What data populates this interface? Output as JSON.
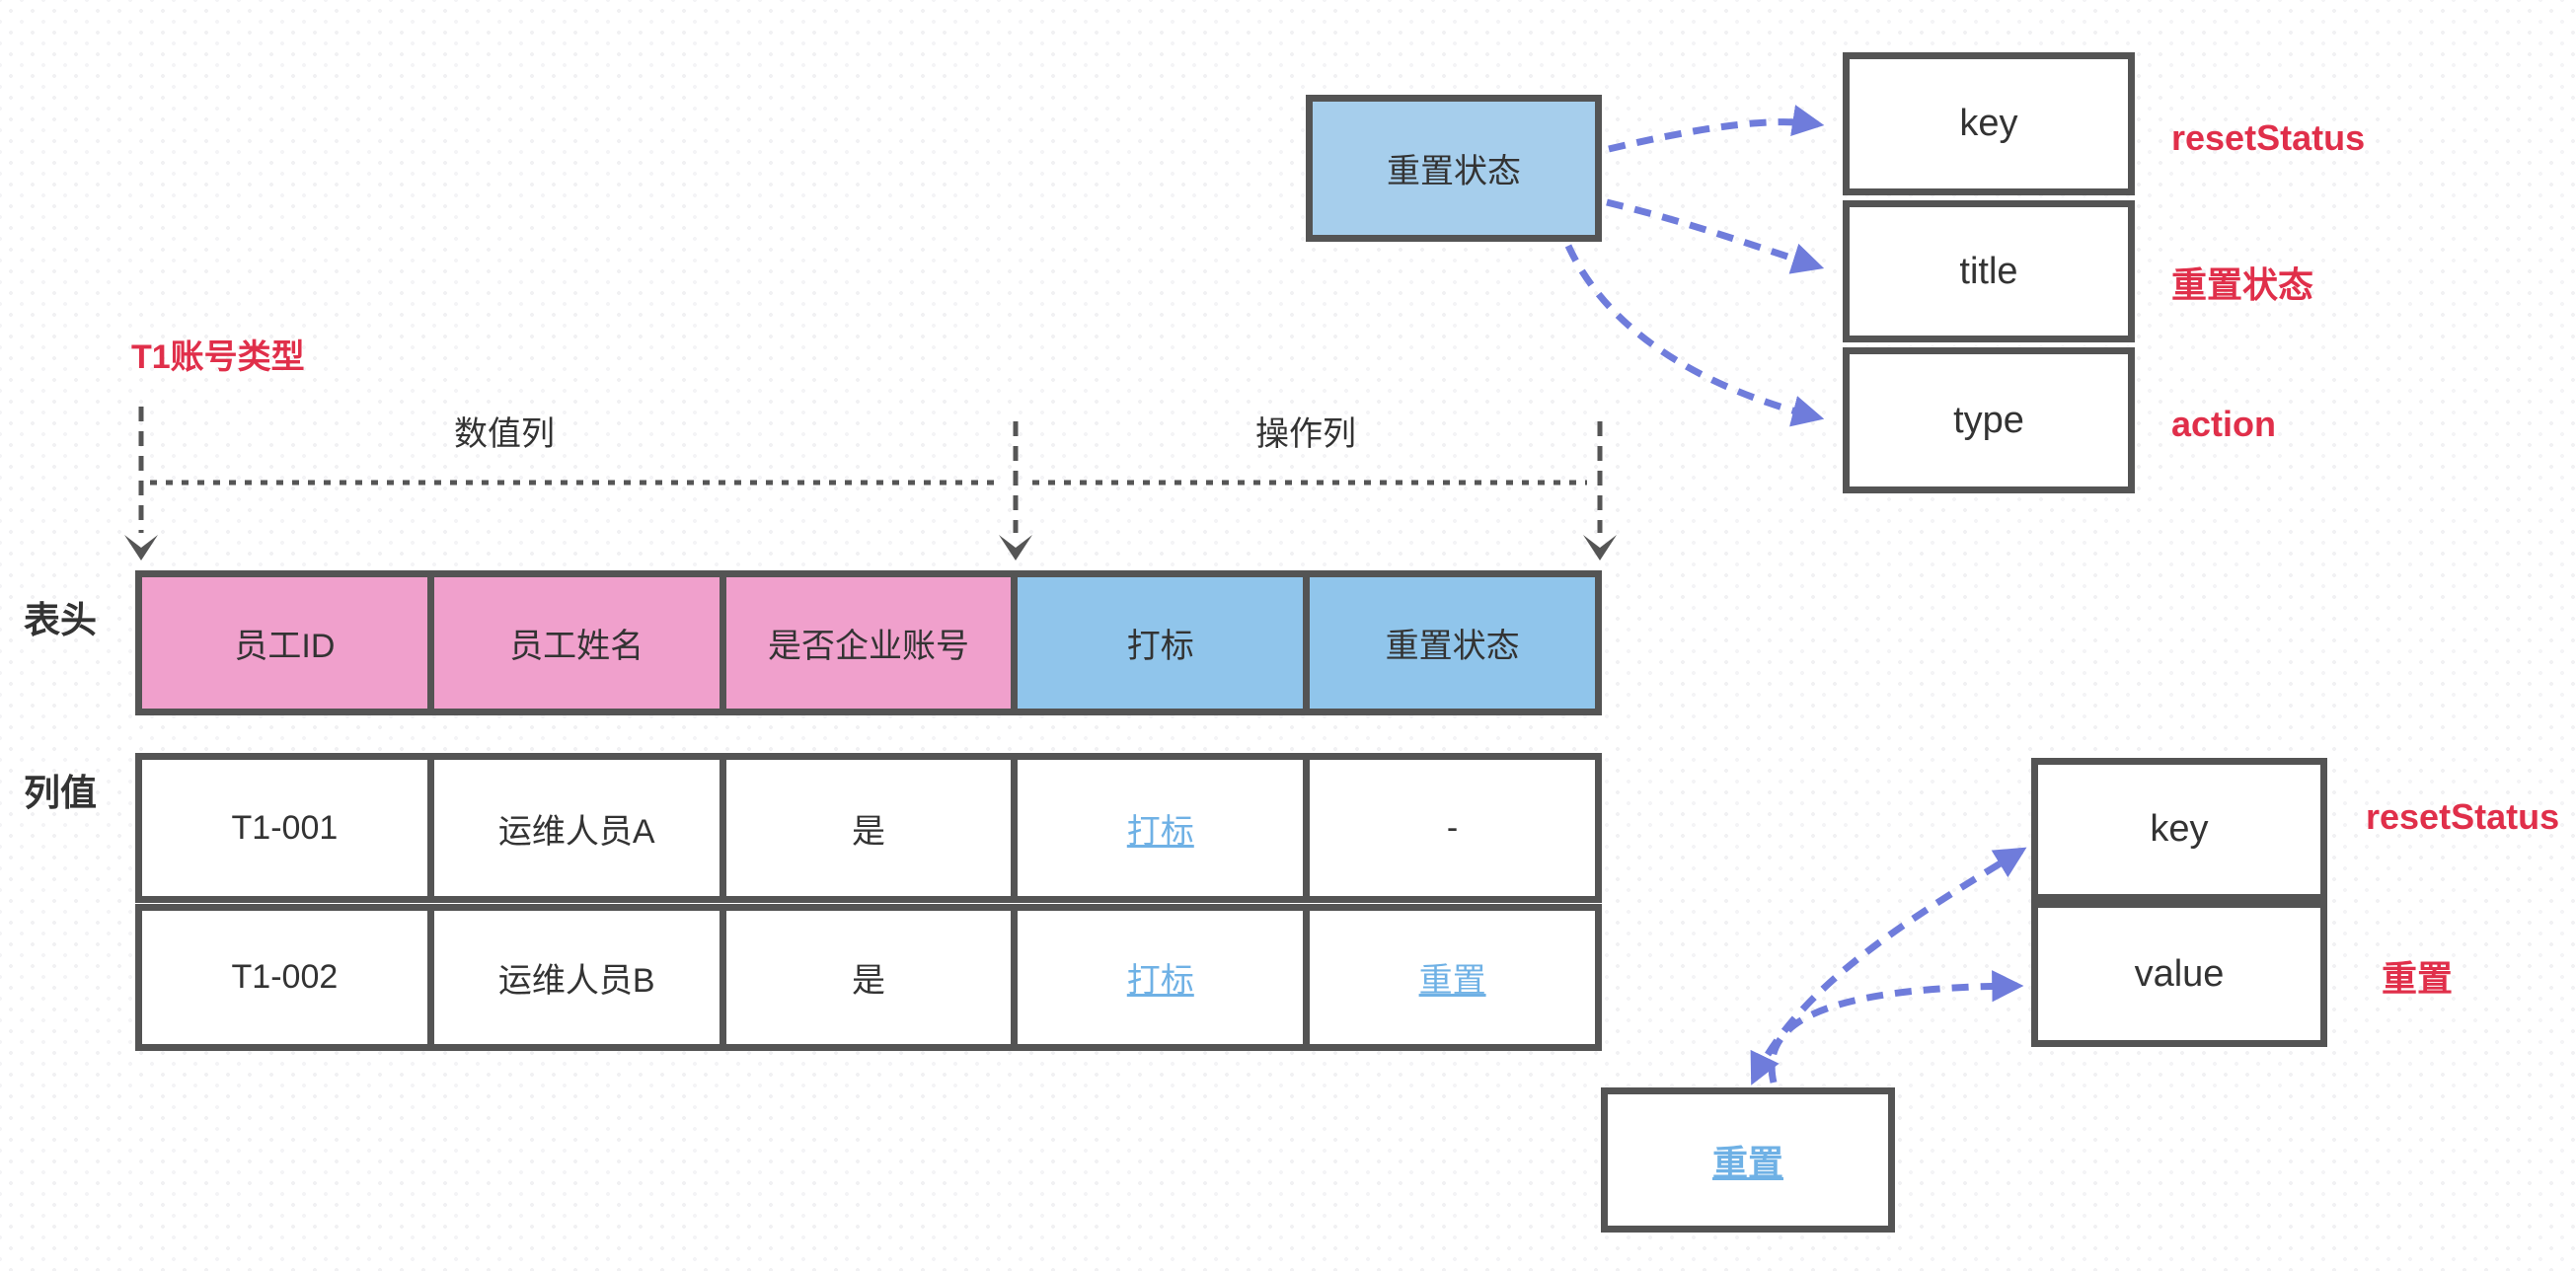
{
  "palette": {
    "pink_header": "#F0A0CC",
    "blue_header": "#90C5EB",
    "blue_source_box": "#A6CEEC",
    "border_gray": "#545454",
    "label_red": "#E02F4A",
    "link_blue": "#6FB1E5",
    "arrow_violet": "#6F7CDB",
    "text_dark": "#333333"
  },
  "top_mapping": {
    "source": "重置状态",
    "fields": [
      {
        "field": "key",
        "value": "resetStatus"
      },
      {
        "field": "title",
        "value": "重置状态"
      },
      {
        "field": "type",
        "value": "action"
      }
    ]
  },
  "annotations": {
    "account_type": "T1账号类型",
    "data_column_group": "数值列",
    "action_column_group": "操作列",
    "header_row_label": "表头",
    "value_row_label": "列值"
  },
  "table": {
    "headers": [
      "员工ID",
      "员工姓名",
      "是否企业账号",
      "打标",
      "重置状态"
    ],
    "rows": [
      {
        "cells": [
          "T1-001",
          "运维人员A",
          "是",
          "打标",
          "-"
        ]
      },
      {
        "cells": [
          "T1-002",
          "运维人员B",
          "是",
          "打标",
          "重置"
        ]
      }
    ]
  },
  "bottom_mapping": {
    "source": "重置",
    "fields": [
      {
        "field": "key",
        "value": "resetStatus"
      },
      {
        "field": "value",
        "value": "重置"
      }
    ]
  }
}
